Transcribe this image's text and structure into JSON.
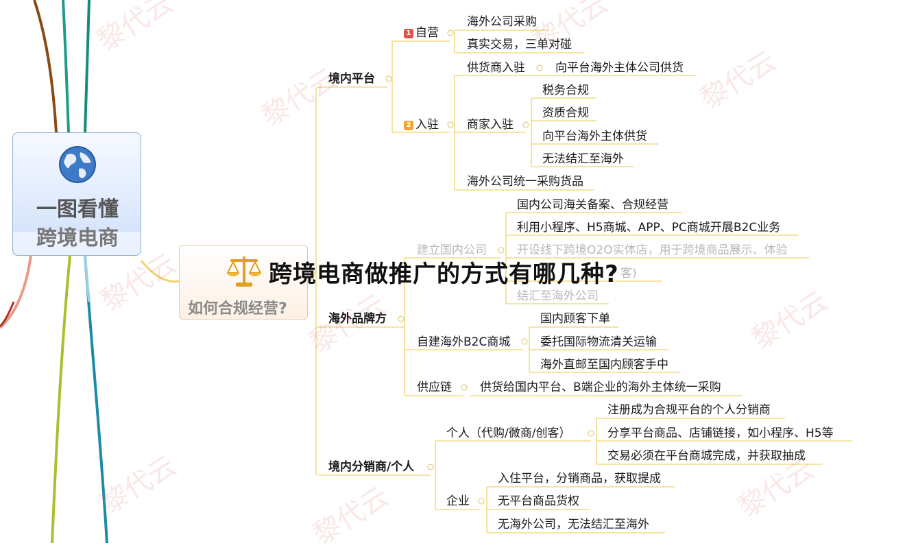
{
  "central_topic": {
    "line1": "一图看懂",
    "line2": "跨境电商"
  },
  "main_branch": {
    "label": "如何合规经营?"
  },
  "overlay_title": "跨境电商做推广的方式有哪几种?",
  "watermark": "黎代云",
  "priority_markers": {
    "p1": "1",
    "p2": "2"
  },
  "colors": {
    "branch_line": "#f0d36a",
    "central_border": "#8fb0d8",
    "priority1": "#e0534a",
    "priority2": "#f0a72a"
  },
  "tree": {
    "domestic_platform": {
      "label": "境内平台",
      "self_operated": {
        "label": "自营",
        "children": [
          "海外公司采购",
          "真实交易，三单对碰"
        ]
      },
      "settle_in": {
        "label": "入驻",
        "supplier": {
          "label": "供货商入驻",
          "child": "向平台海外主体公司供货"
        },
        "merchant": {
          "label": "商家入驻",
          "children": [
            "税务合规",
            "资质合规",
            "向平台海外主体供货",
            "无法结汇至海外"
          ]
        },
        "overseas_purchase": "海外公司统一采购货品"
      }
    },
    "overseas_brand": {
      "label": "海外品牌方",
      "domestic_company": {
        "label": "建立国内公司",
        "children": [
          "国内公司海关备案、合规经营",
          "利用小程序、H5商城、APP、PC商城开展B2C业务",
          "开设线下跨境O2O实体店，用于跨境商品展示、体验",
          "客)",
          "结汇至海外公司"
        ]
      },
      "b2c_mall": {
        "label": "自建海外B2C商城",
        "children": [
          "国内顾客下单",
          "委托国际物流清关运输",
          "海外直邮至国内顾客手中"
        ]
      },
      "supply_chain": {
        "label": "供应链",
        "child": "供货给国内平台、B端企业的海外主体统一采购"
      }
    },
    "distributors": {
      "label": "境内分销商/个人",
      "individual": {
        "label": "个人（代购/微商/创客）",
        "children": [
          "注册成为合规平台的个人分销商",
          "分享平台商品、店铺链接，如小程序、H5等",
          "交易必须在平台商城完成，并获取抽成"
        ]
      },
      "enterprise": {
        "label": "企业",
        "children": [
          "入住平台，分销商品，获取提成",
          "无平台商品货权",
          "无海外公司，无法结汇至海外"
        ]
      }
    }
  }
}
